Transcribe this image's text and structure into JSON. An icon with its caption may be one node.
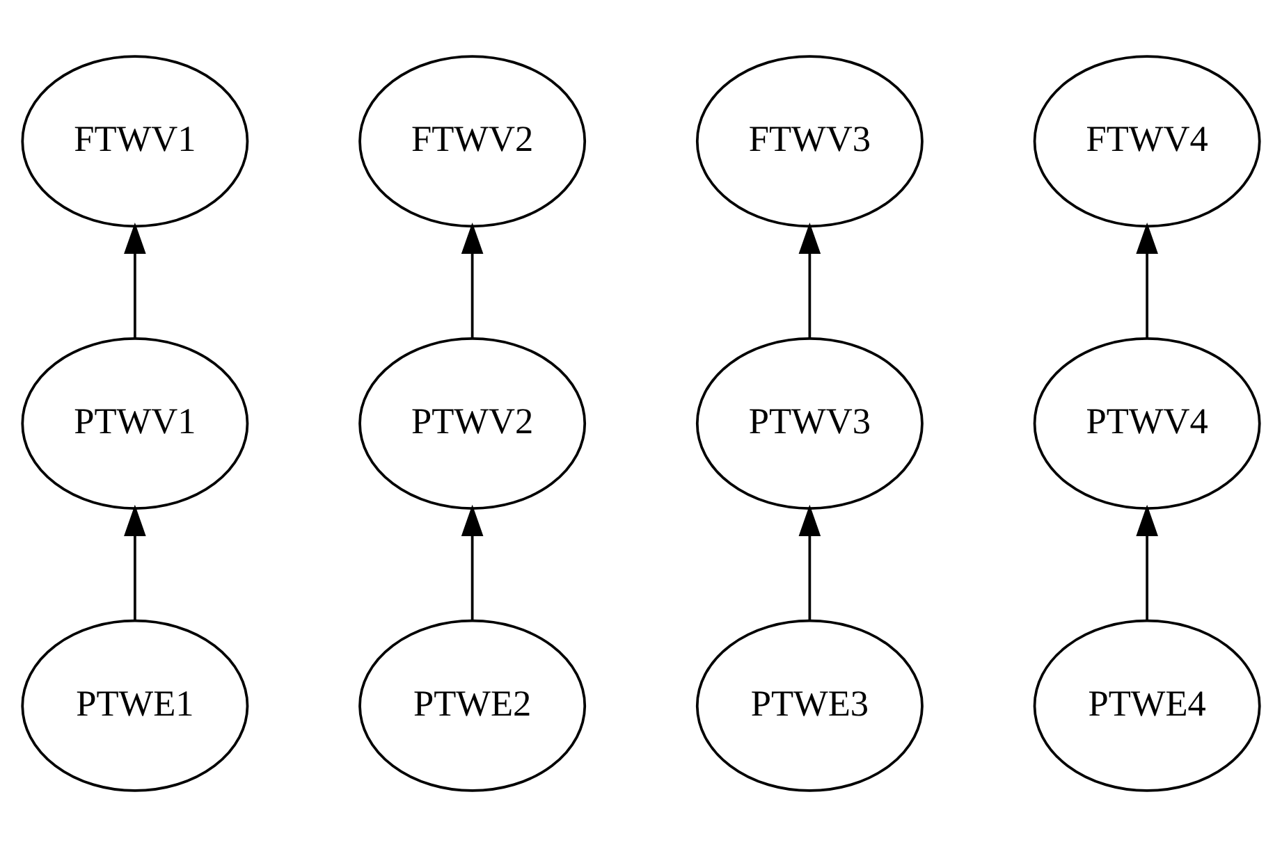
{
  "diagram": {
    "nodes": [
      {
        "text": [
          "FTWV1"
        ]
      },
      {
        "text": [
          "FTWV2"
        ]
      },
      {
        "text": [
          "FTWV3"
        ]
      },
      {
        "text": [
          "FTWV4"
        ]
      },
      {
        "text": [
          "PTWV1"
        ]
      },
      {
        "text": [
          "PTWV2"
        ]
      },
      {
        "text": [
          "PTWV3"
        ]
      },
      {
        "text": [
          "PTWV4"
        ]
      },
      {
        "text": [
          "PTWE1"
        ]
      },
      {
        "text": [
          "PTWE2"
        ]
      },
      {
        "text": [
          "PTWE3"
        ]
      },
      {
        "text": [
          "PTWE4"
        ]
      }
    ],
    "edges": [
      {
        "from": 8,
        "to": 4,
        "arrow": "to"
      },
      {
        "from": 4,
        "to": 0,
        "arrow": "to"
      },
      {
        "from": 9,
        "to": 5,
        "arrow": "to"
      },
      {
        "from": 5,
        "to": 1,
        "arrow": "to"
      },
      {
        "from": 10,
        "to": 6,
        "arrow": "to"
      },
      {
        "from": 6,
        "to": 2,
        "arrow": "to"
      },
      {
        "from": 11,
        "to": 7,
        "arrow": "to"
      },
      {
        "from": 7,
        "to": 3,
        "arrow": "to"
      }
    ]
  }
}
